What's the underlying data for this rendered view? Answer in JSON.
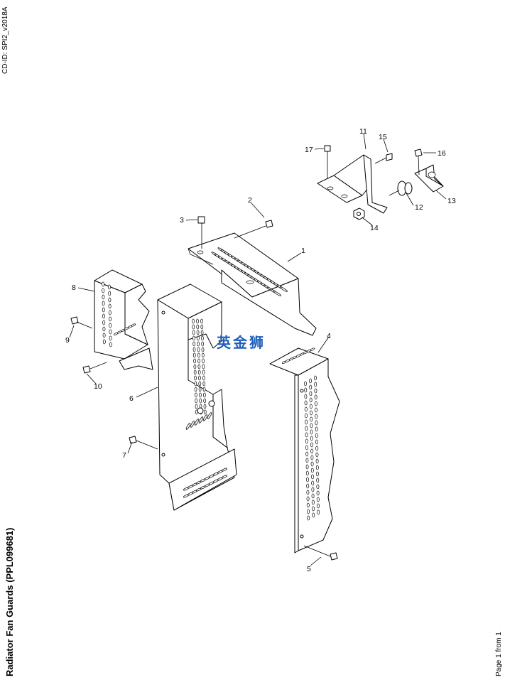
{
  "header": {
    "cd_id": "CD-ID: SPI2_v2018A",
    "title": "Radiator Fan Guards (PPL099681)",
    "page": "Page 1 from 1"
  },
  "watermark": "英金狮",
  "callouts": {
    "c1": "1",
    "c2": "2",
    "c3": "3",
    "c4": "4",
    "c5": "5",
    "c6": "6",
    "c7": "7",
    "c8": "8",
    "c9": "9",
    "c10": "10",
    "c11": "11",
    "c12": "12",
    "c13": "13",
    "c14": "14",
    "c15": "15",
    "c16": "16",
    "c17": "17"
  }
}
